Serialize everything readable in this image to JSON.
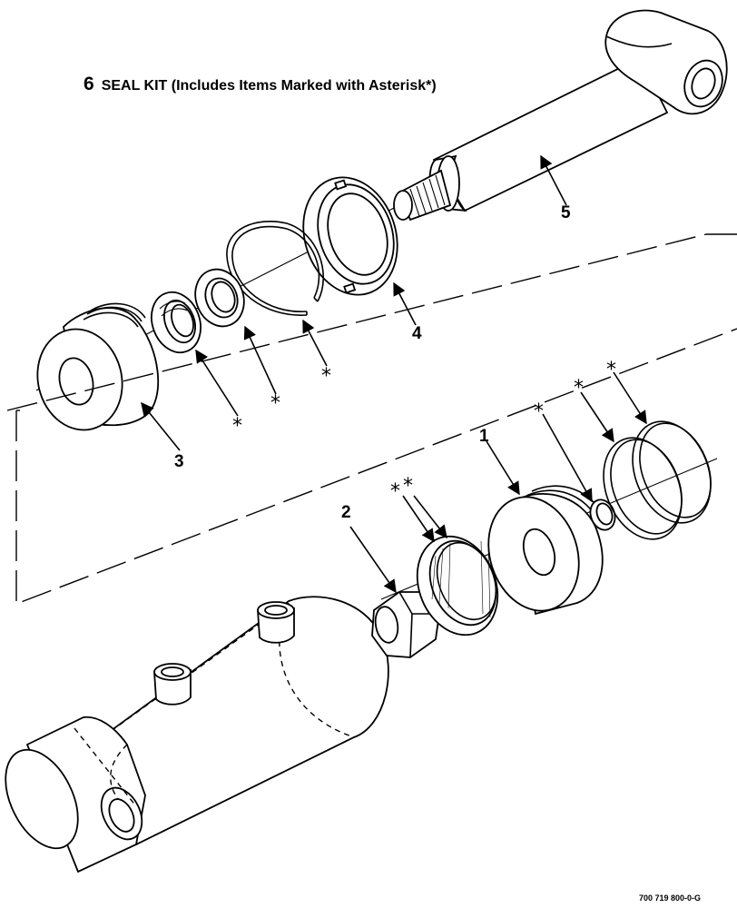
{
  "title": {
    "number": "6",
    "text": "SEAL KIT (Includes Items Marked with Asterisk*)"
  },
  "callouts": {
    "c1": "1",
    "c2": "2",
    "c3": "3",
    "c4": "4",
    "c5": "5"
  },
  "asterisk": "*",
  "figure_id": "700 719 800-0-G"
}
